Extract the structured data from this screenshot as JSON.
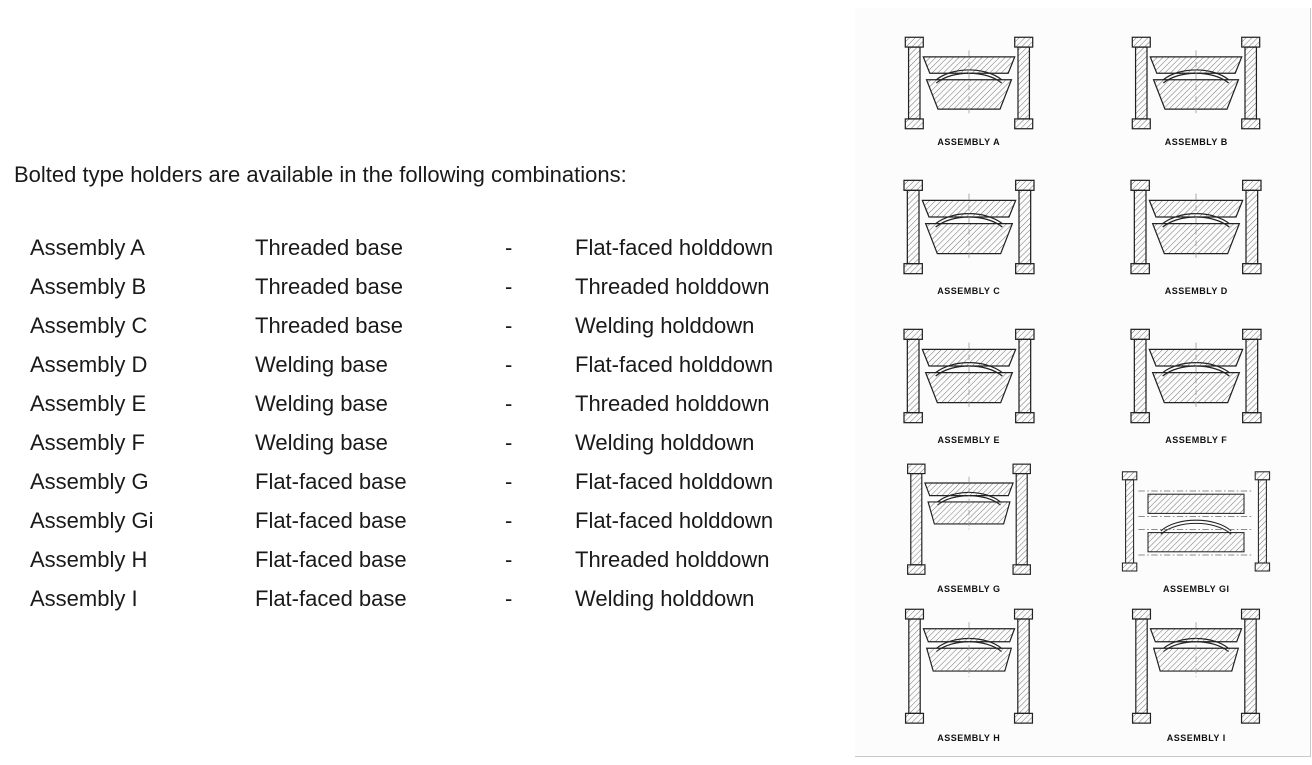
{
  "document": {
    "intro": "Bolted type holders are available in the following combinations:"
  },
  "combinations": [
    {
      "assembly": "Assembly A",
      "base": "Threaded base",
      "separator": "-",
      "holddown": "Flat-faced holddown"
    },
    {
      "assembly": "Assembly B",
      "base": "Threaded base",
      "separator": "-",
      "holddown": "Threaded holddown"
    },
    {
      "assembly": "Assembly C",
      "base": "Threaded base",
      "separator": "-",
      "holddown": "Welding holddown"
    },
    {
      "assembly": "Assembly D",
      "base": "Welding base",
      "separator": "-",
      "holddown": "Flat-faced holddown"
    },
    {
      "assembly": "Assembly E",
      "base": "Welding base",
      "separator": "-",
      "holddown": "Threaded holddown"
    },
    {
      "assembly": "Assembly F",
      "base": "Welding base",
      "separator": "-",
      "holddown": "Welding holddown"
    },
    {
      "assembly": "Assembly G",
      "base": "Flat-faced base",
      "separator": "-",
      "holddown": "Flat-faced holddown"
    },
    {
      "assembly": "Assembly Gi",
      "base": "Flat-faced base",
      "separator": "-",
      "holddown": "Flat-faced holddown"
    },
    {
      "assembly": "Assembly H",
      "base": "Flat-faced base",
      "separator": "-",
      "holddown": "Threaded holddown"
    },
    {
      "assembly": "Assembly I",
      "base": "Flat-faced base",
      "separator": "-",
      "holddown": "Welding holddown"
    }
  ],
  "diagrams": [
    {
      "label": "ASSEMBLY A"
    },
    {
      "label": "ASSEMBLY B"
    },
    {
      "label": "ASSEMBLY C"
    },
    {
      "label": "ASSEMBLY D"
    },
    {
      "label": "ASSEMBLY E"
    },
    {
      "label": "ASSEMBLY F"
    },
    {
      "label": "ASSEMBLY G"
    },
    {
      "label": "ASSEMBLY GI"
    },
    {
      "label": "ASSEMBLY H"
    },
    {
      "label": "ASSEMBLY I"
    }
  ]
}
